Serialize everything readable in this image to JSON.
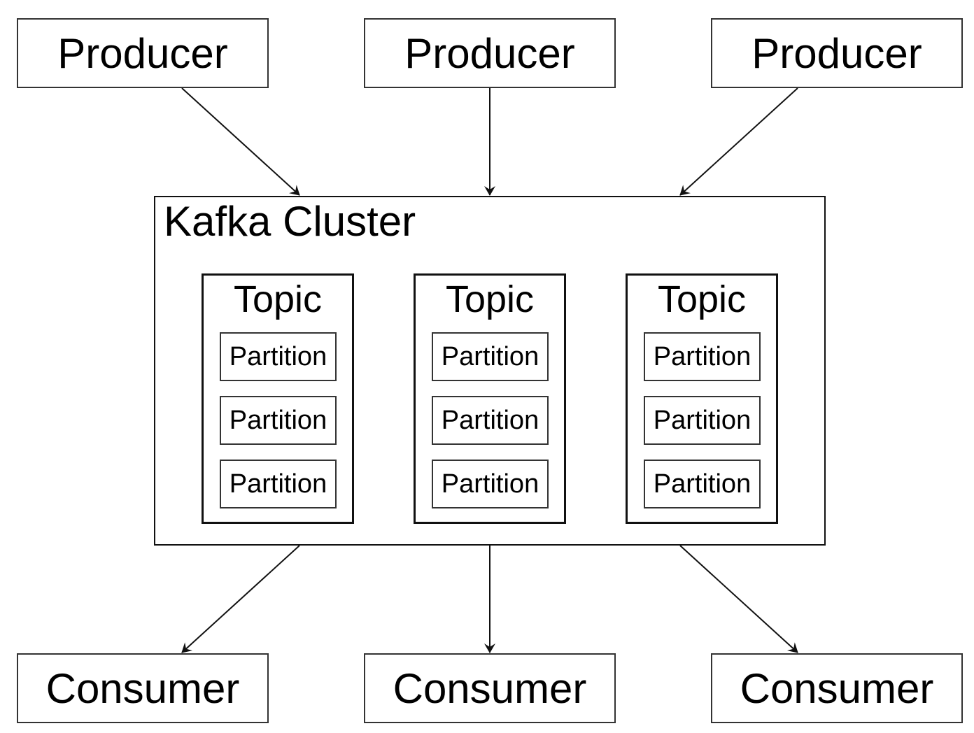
{
  "producers": [
    {
      "label": "Producer"
    },
    {
      "label": "Producer"
    },
    {
      "label": "Producer"
    }
  ],
  "cluster": {
    "title": "Kafka Cluster",
    "topics": [
      {
        "label": "Topic",
        "partitions": [
          "Partition",
          "Partition",
          "Partition"
        ]
      },
      {
        "label": "Topic",
        "partitions": [
          "Partition",
          "Partition",
          "Partition"
        ]
      },
      {
        "label": "Topic",
        "partitions": [
          "Partition",
          "Partition",
          "Partition"
        ]
      }
    ]
  },
  "consumers": [
    {
      "label": "Consumer"
    },
    {
      "label": "Consumer"
    },
    {
      "label": "Consumer"
    }
  ],
  "colors": {
    "line": "#111111",
    "border": "#333333",
    "background": "#ffffff"
  }
}
